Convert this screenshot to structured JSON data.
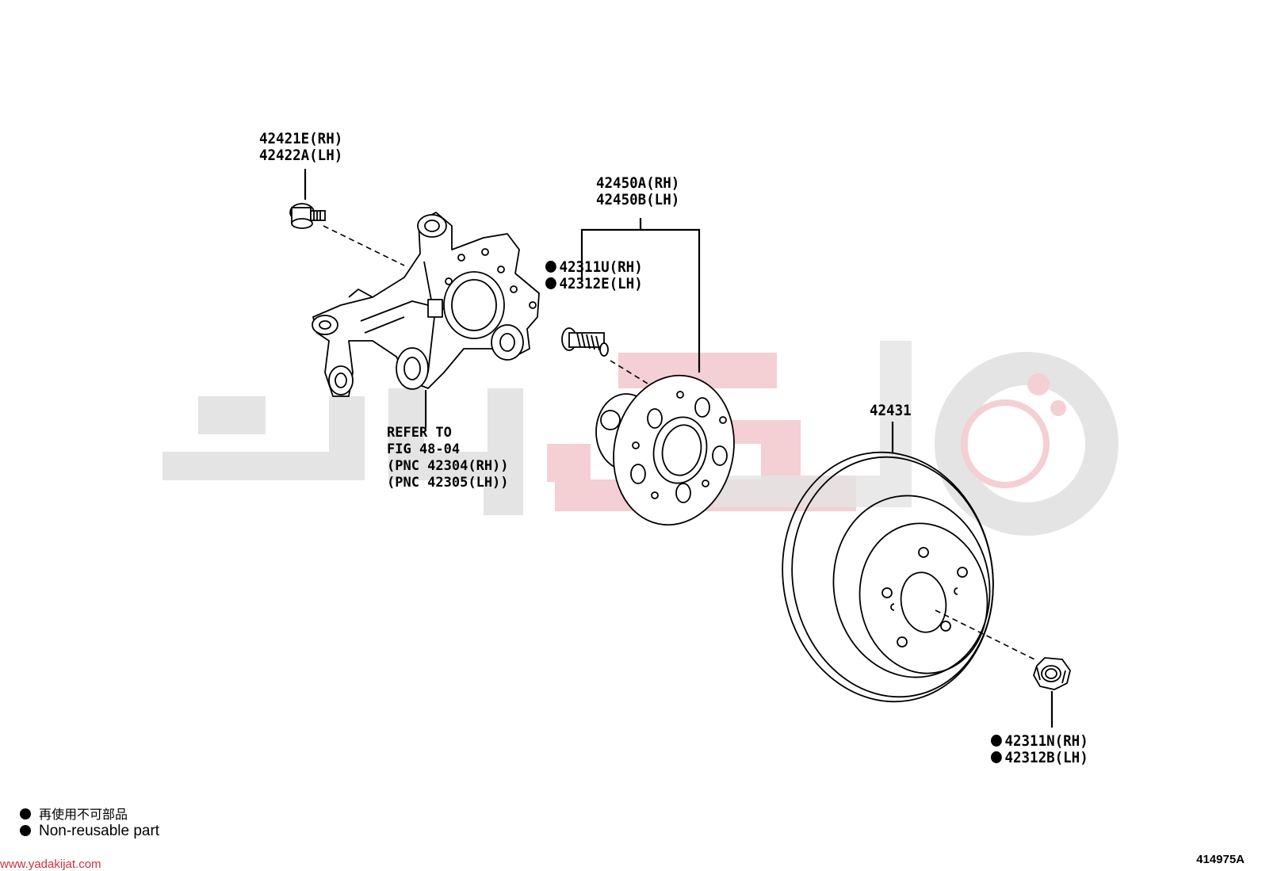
{
  "parts": {
    "knuckle_bolt": [
      "42421E(RH)",
      "42422A(LH)"
    ],
    "hub_assembly": [
      "42450A(RH)",
      "42450B(LH)"
    ],
    "hub_bolt": [
      "42311U(RH)",
      "42312E(LH)"
    ],
    "disc": "42431",
    "hub_nut": [
      "42311N(RH)",
      "42312B(LH)"
    ]
  },
  "refer_note": [
    "REFER TO",
    "FIG 48-04",
    "(PNC 42304(RH))",
    "(PNC 42305(LH))"
  ],
  "legend": {
    "japanese": "再使用不可部品",
    "english": "Non-reusable part"
  },
  "footer": {
    "url": "www.yadakijat.com",
    "figure_number": "414975A"
  },
  "colors": {
    "line": "#000000",
    "watermark_gray": "#e3e3e3",
    "watermark_red": "#f3c8cc",
    "url_red": "#d2303a"
  }
}
